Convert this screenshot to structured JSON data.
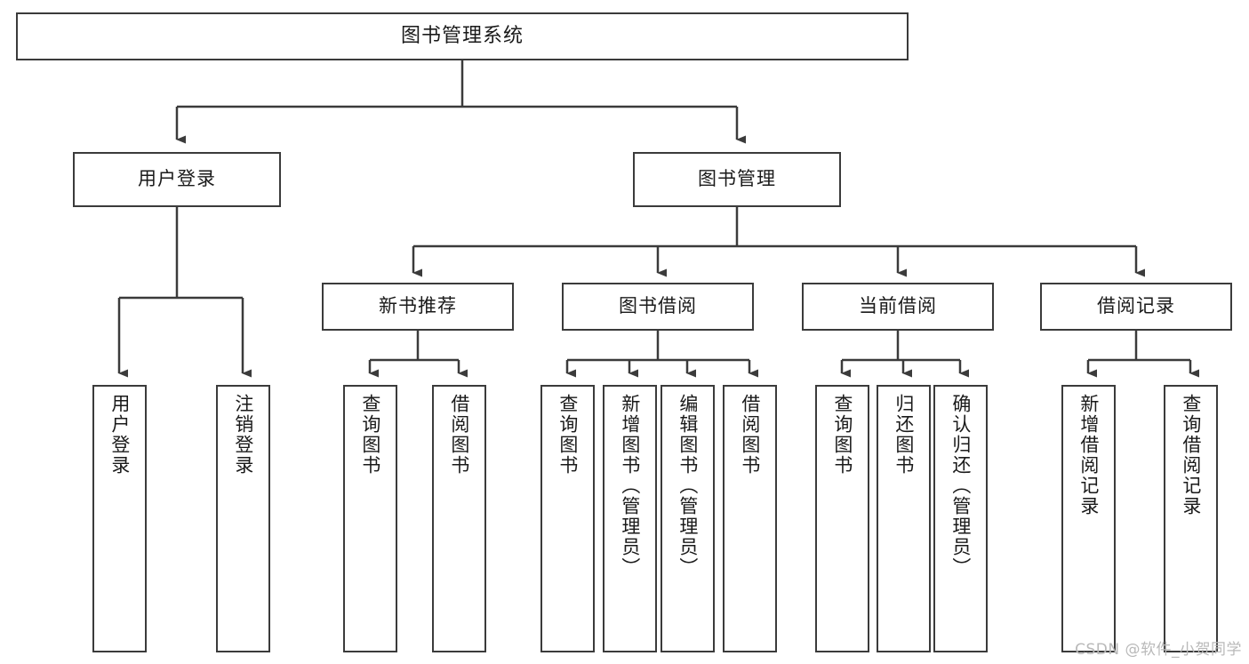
{
  "diagram": {
    "title": "图书管理系统",
    "type": "hierarchy-tree",
    "colors": {
      "node_border": "#3b3b3b",
      "node_fill": "#ffffff",
      "edge": "#3b3b3b",
      "text": "#1a1a1a",
      "watermark": "#b9b9b9",
      "background": "#ffffff"
    },
    "watermark": "CSDN @软件_小贺同学",
    "nodes": {
      "root": {
        "label": "图书管理系统"
      },
      "level2": [
        {
          "label": "用户登录"
        },
        {
          "label": "图书管理"
        }
      ],
      "level3": [
        {
          "label": "新书推荐"
        },
        {
          "label": "图书借阅"
        },
        {
          "label": "当前借阅"
        },
        {
          "label": "借阅记录"
        }
      ],
      "leaves_user_login": [
        {
          "label": "用户登录"
        },
        {
          "label": "注销登录"
        }
      ],
      "leaves_new_book": [
        {
          "label": "查询图书"
        },
        {
          "label": "借阅图书"
        }
      ],
      "leaves_borrow": [
        {
          "label": "查询图书"
        },
        {
          "label": "新增图书（管理员）"
        },
        {
          "label": "编辑图书（管理员）"
        },
        {
          "label": "借阅图书"
        }
      ],
      "leaves_current": [
        {
          "label": "查询图书"
        },
        {
          "label": "归还图书"
        },
        {
          "label": "确认归还（管理员）"
        }
      ],
      "leaves_records": [
        {
          "label": "新增借阅记录"
        },
        {
          "label": "查询借阅记录"
        }
      ]
    }
  }
}
